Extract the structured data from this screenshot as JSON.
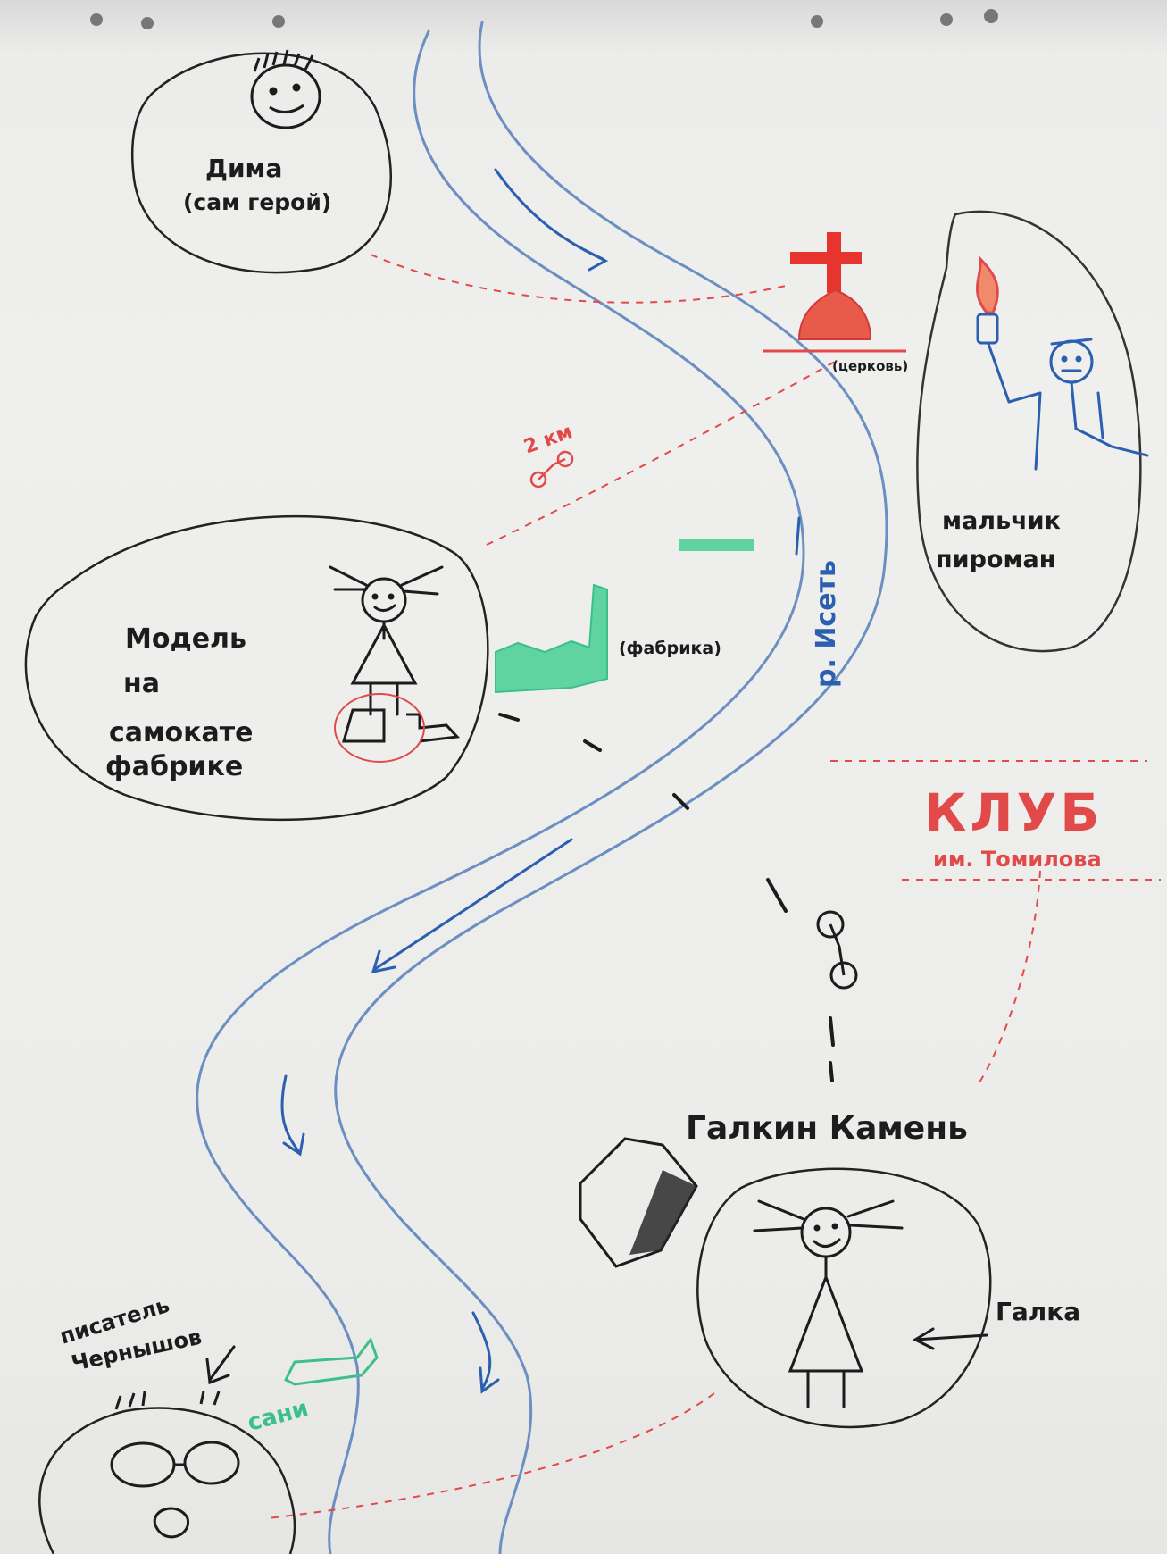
{
  "labels": {
    "dima_name": "Дима",
    "dima_sub": "(сам герой)",
    "church": "(церковь)",
    "boy_line1": "мальчик",
    "boy_line2": "пироман",
    "distance": "2 км",
    "model_line1": "Модель",
    "model_line2": "на",
    "model_line3": "самокате",
    "model_line4": "фабрике",
    "factory": "(фабрика)",
    "river": "р. Исеть",
    "club_line1": "КЛУБ",
    "club_line2": "им. Томилова",
    "galkin": "Галкин Камень",
    "galka": "Галка",
    "writer_line1": "писатель",
    "writer_line2": "Чернышов",
    "sani": "сани"
  },
  "colors": {
    "black_ink": "#1c1c1c",
    "blue_ink": "#2b5fb0",
    "red_ink": "#e24a4a",
    "green_ink": "#3cbf8a",
    "paper": "#efefed"
  }
}
